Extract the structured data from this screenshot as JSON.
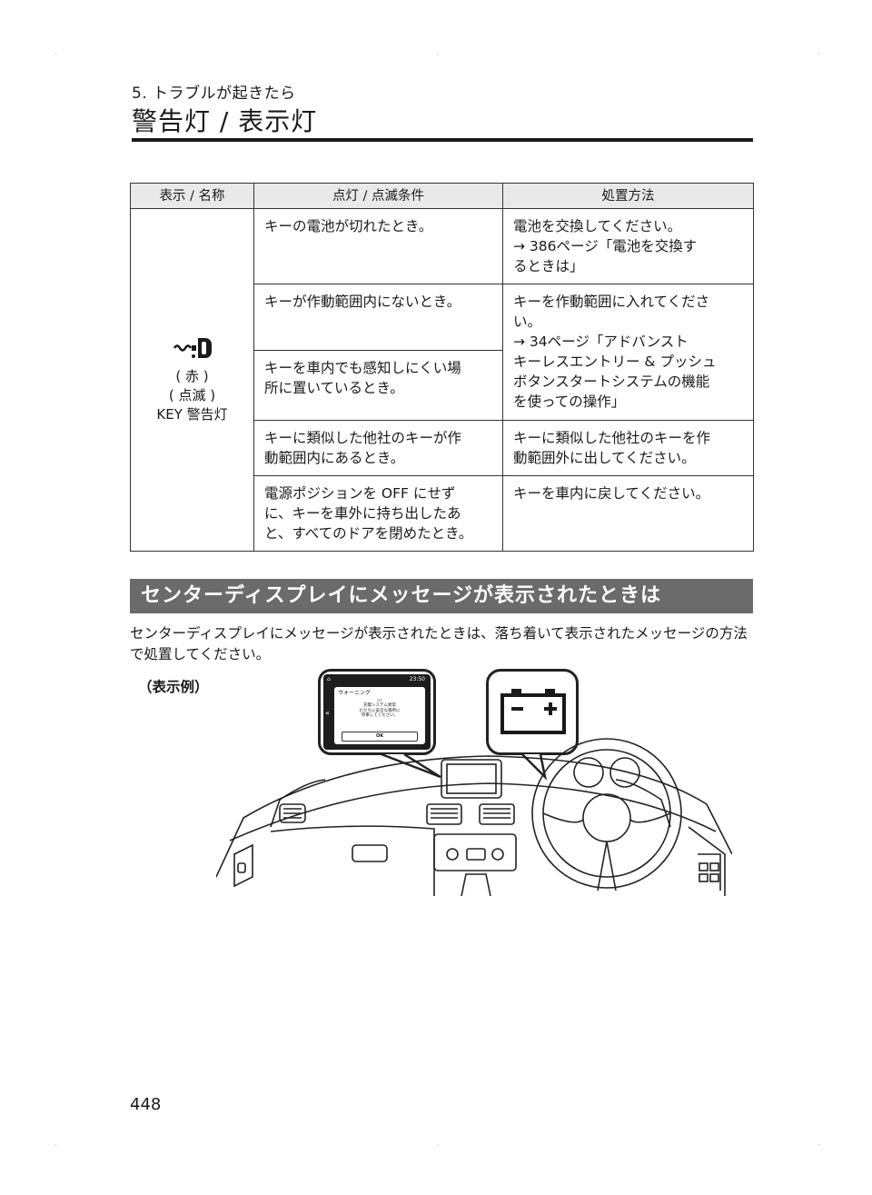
{
  "header": {
    "section_sub": "5. トラブルが起きたら",
    "section_title": "警告灯 / 表示灯"
  },
  "table": {
    "headers": [
      "表示 / 名称",
      "点灯 / 点滅条件",
      "処置方法"
    ],
    "indicator": {
      "icon": "smart-key-warning-icon",
      "lines": [
        "( 赤 )",
        "( 点滅 )",
        "KEY 警告灯"
      ]
    },
    "rows": [
      {
        "condition": "キーの電池が切れたとき。",
        "action": "電池を交換してください。\n→ 386ページ「電池を交換す\nるときは」"
      },
      {
        "condition": "キーが作動範囲内にないとき。",
        "action": "キーを作動範囲に入れてくださ\nい。\n→ 34ページ「アドバンスト\nキーレスエントリー & プッシュ\nボタンスタートシステムの機能\nを使っての操作」"
      },
      {
        "condition": "キーを車内でも感知しにくい場\n所に置いているとき。"
      },
      {
        "condition": "キーに類似した他社のキーが作\n動範囲内にあるとき。",
        "action": "キーに類似した他社のキーを作\n動範囲外に出してください。"
      },
      {
        "condition": "電源ポジションを OFF にせず\nに、キーを車外に持ち出したあ\nと、すべてのドアを閉めたとき。",
        "action": "キーを車内に戻してください。"
      }
    ]
  },
  "banner": "センターディスプレイにメッセージが表示されたときは",
  "intro": "センターディスプレイにメッセージが表示されたときは、落ち着いて表示されたメッセージの方法で処置してください。",
  "caption": "（表示例）",
  "display_example": {
    "time": "23:50",
    "dialog_title": "ウォーニング",
    "message": "充電システム異常\nただちに安全な場所に\n停車してください。",
    "ok": "OK"
  },
  "battery_icon": "battery-warning-icon",
  "page_number": "448"
}
